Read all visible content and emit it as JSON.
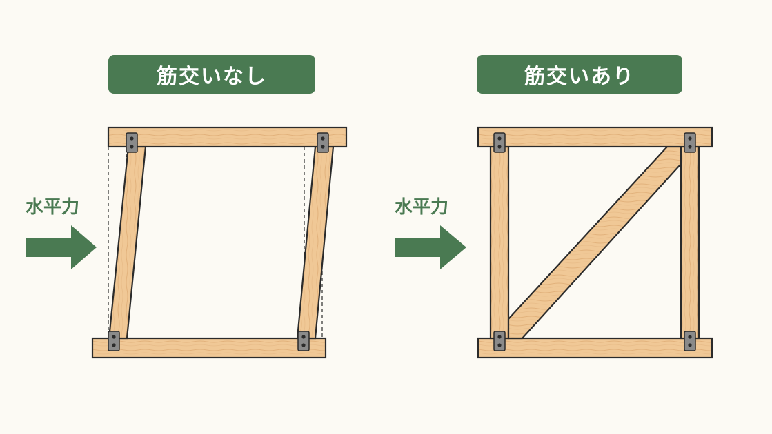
{
  "panels": {
    "left": {
      "title": "筋交いなし"
    },
    "right": {
      "title": "筋交いあり"
    }
  },
  "force": {
    "label": "水平力"
  },
  "colors": {
    "accent": "#4a7a52",
    "wood": "#f0c896",
    "outline": "#2b2b2b",
    "plate": "#888888",
    "background": "#fcfaf4"
  }
}
